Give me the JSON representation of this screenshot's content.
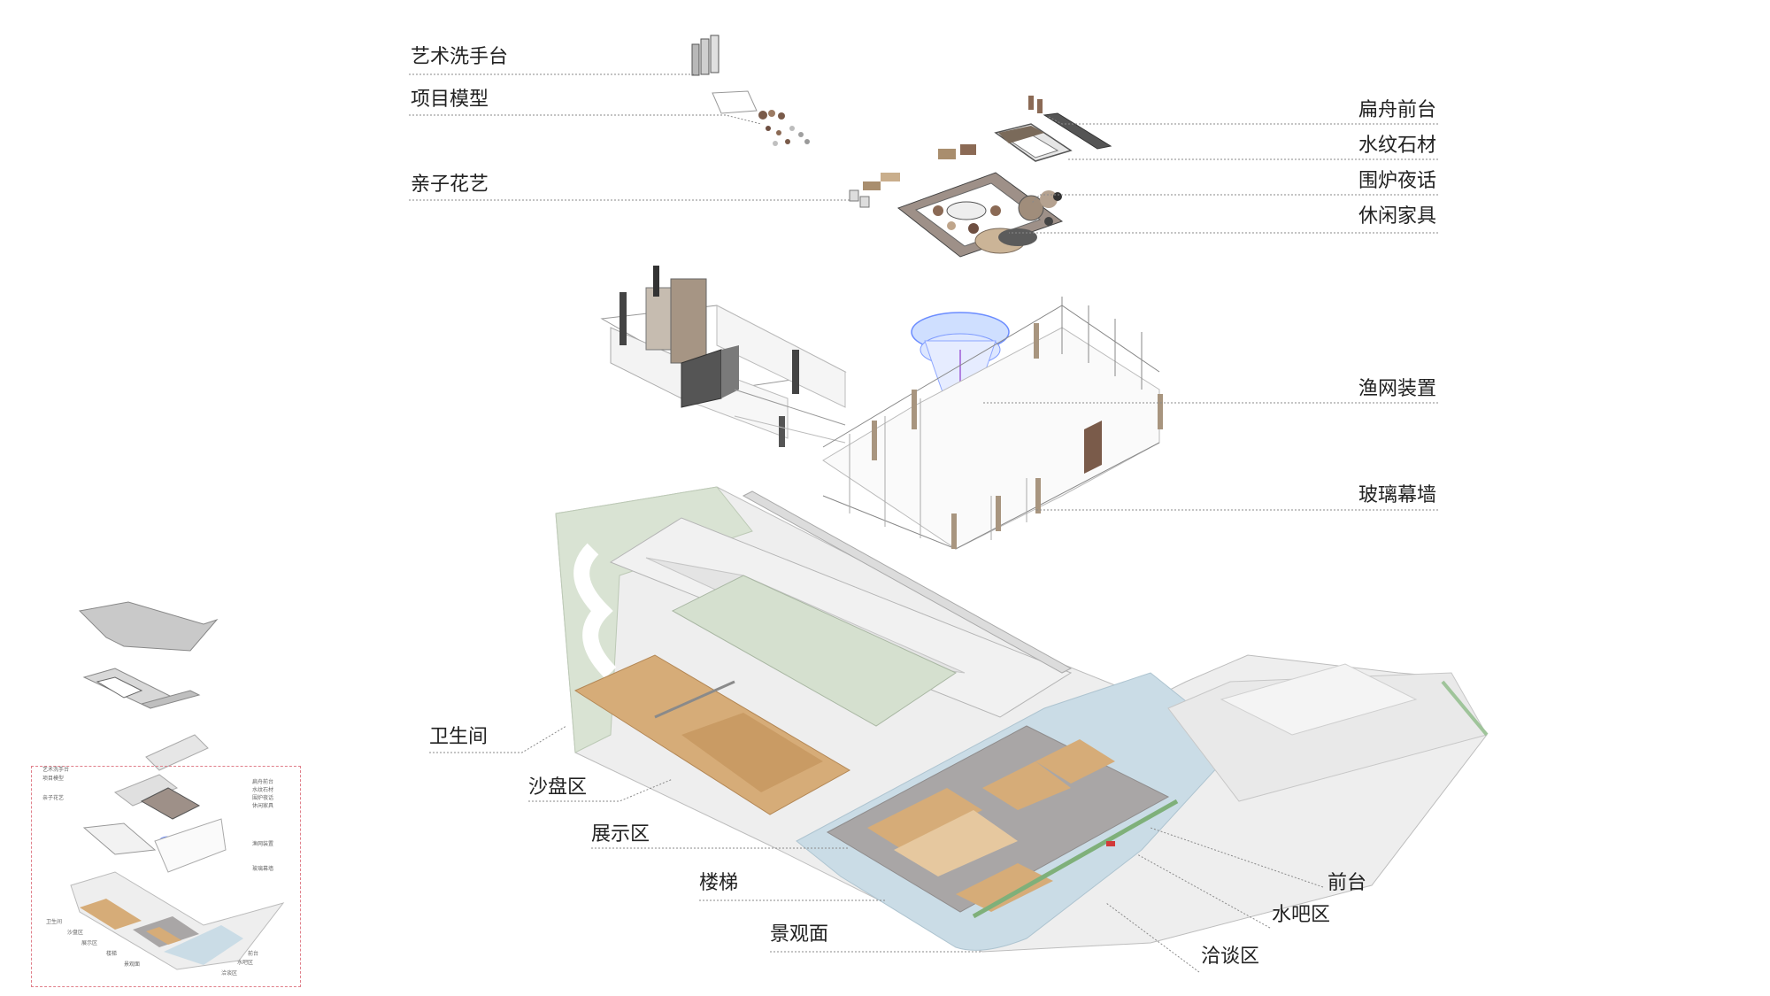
{
  "labels": {
    "art_basin": "艺术洗手台",
    "project_model": "项目模型",
    "family_floral": "亲子花艺",
    "boat_reception": "扁舟前台",
    "water_stone": "水纹石材",
    "fireside_talk": "围炉夜话",
    "leisure_furniture": "休闲家具",
    "fishnet_installation": "渔网装置",
    "glass_curtain_wall": "玻璃幕墙",
    "restroom": "卫生间",
    "sandtable_zone": "沙盘区",
    "exhibition_zone": "展示区",
    "stairs": "楼梯",
    "landscape_surface": "景观面",
    "front_desk": "前台",
    "water_bar_zone": "水吧区",
    "negotiation_zone": "洽谈区"
  },
  "colors": {
    "wood": "#d6ac78",
    "green_lawn": "#d5e0cf",
    "water": "#cadce6",
    "stone_gray": "#a9a6a6",
    "leader_line": "#8a8a8a",
    "frame_dash": "#e07f8a"
  }
}
